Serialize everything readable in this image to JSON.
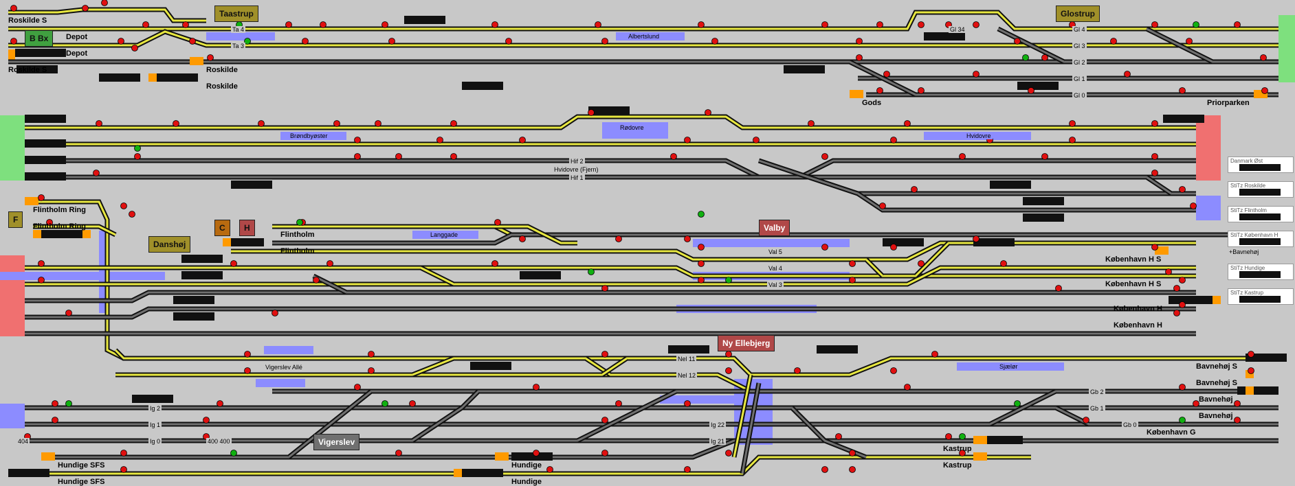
{
  "stations": {
    "taastrup": "Taastrup",
    "glostrup": "Glostrup",
    "bbx": "B Bx",
    "valby": "Valby",
    "ny_ellebjerg": "Ny Ellebjerg",
    "danshoj": "Danshøj",
    "vigerslev": "Vigerslev",
    "f": "F",
    "c": "C",
    "h": "H"
  },
  "labels": {
    "roskilde_s": "Roskilde S",
    "depot": "Depot",
    "roskilde": "Roskilde",
    "gods": "Gods",
    "priorparken": "Priorparken",
    "flintholm_ring": "Flintholm Ring",
    "flintholm": "Flintholm",
    "kobenhavn_h_s": "København H S",
    "kobenhavn_h": "København H",
    "bavnehoj_s": "Bavnehøj S",
    "bavnehoj": "Bavnehøj",
    "kobenhavn_g": "København G",
    "hundige_sfs": "Hundige SFS",
    "hundige": "Hundige",
    "kastrup": "Kastrup"
  },
  "track_labels": {
    "ta4": "Ta 4",
    "ta3": "Ta 3",
    "albertslund": "Albertslund",
    "gl34": "Gl 34",
    "gl4": "Gl 4",
    "gl3": "Gl 3",
    "gl2": "Gl 2",
    "gl1": "Gl 1",
    "gl0": "Gl 0",
    "brondbyoster": "Brøndbyøster",
    "rodovre": "Rødovre",
    "hvidovre": "Hvidovre",
    "hif2": "Hif 2",
    "hvidovre_fjern": "Hvidovre (Fjern)",
    "hif1": "Hif 1",
    "langgade": "Langgade",
    "val5": "Val 5",
    "val4": "Val 4",
    "val3": "Val 3",
    "vigerslev_alle": "Vigerslev Allé",
    "nel11": "Nel 11",
    "nel12": "Nel 12",
    "sjaeler": "Sjælør",
    "gb2": "Gb 2",
    "gb1": "Gb 1",
    "gb0": "Gb 0",
    "ig2": "Ig 2",
    "ig1": "Ig 1",
    "ig0": "Ig 0",
    "ig22": "Ig 22",
    "ig21": "Ig 21",
    "s404": "404",
    "s400": "400 400"
  },
  "side_panels": [
    "Danmark Øst",
    "StiTz Roskilde",
    "StiTz Flintholm",
    "StiTz København H",
    "StiTz Hundige",
    "StiTz Kastrup"
  ],
  "side_note": "+Bavnehøj",
  "colors": {
    "background": "#c8c8c8",
    "track_outer": "#111111",
    "track_active": "#e8e840",
    "track_inner": "#707070",
    "signal_red": "#e01010",
    "signal_green": "#10b010",
    "platform_blue": "#8c8cff",
    "edge_green": "#7ee07e",
    "edge_red": "#f07070",
    "edge_blue": "#8c8cff",
    "orange": "#ff9a00",
    "station_olive": "#a0902a",
    "station_green": "#40a040",
    "station_red": "#b04848",
    "station_grey": "#707070",
    "station_brown": "#b86a10"
  }
}
